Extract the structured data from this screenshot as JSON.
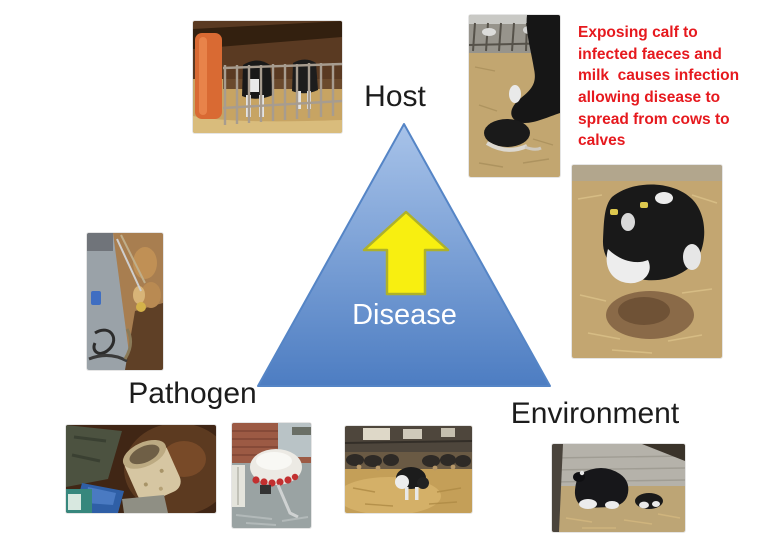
{
  "slide": {
    "kind": "epidemiological-triangle-diagram"
  },
  "colors": {
    "slide_bg": "#ffffff",
    "label_ink": "#1c1c1c",
    "disease_ink": "#ffffff",
    "annotation_red": "#e6191e",
    "triangle_top": "#a8c3e9",
    "triangle_bottom": "#4d7dc2",
    "triangle_border": "#5585c6",
    "arrow_fill": "#f8ef10",
    "arrow_border": "#aeb12a"
  },
  "triangle": {
    "label": "Disease"
  },
  "corners": {
    "host": "Host",
    "pathogen": "Pathogen",
    "environment": "Environment"
  },
  "annotation": {
    "lines": [
      "Exposing calf to",
      "infected faeces and",
      "milk  causes infection",
      "allowing disease to",
      "spread from cows to",
      "calves"
    ]
  },
  "photos": [
    {
      "desc": "calves in individual pens"
    },
    {
      "desc": "cow licking newborn calf"
    },
    {
      "desc": "cow lying on straw bedding"
    },
    {
      "desc": "milking parlour units"
    },
    {
      "desc": "dirty milk feeding bucket"
    },
    {
      "desc": "mobile milk feeder trolley"
    },
    {
      "desc": "straw-bedded cattle barn"
    },
    {
      "desc": "cow and calf lying in shed"
    }
  ]
}
